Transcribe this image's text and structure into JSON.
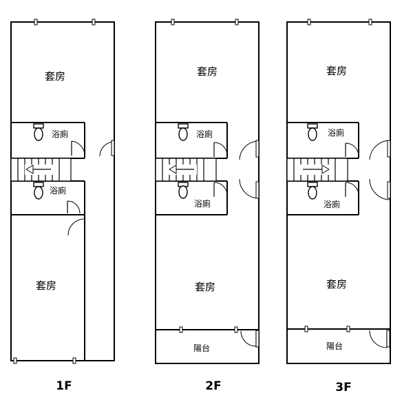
{
  "floors": [
    {
      "floor_label": "1F",
      "room_front": "套房",
      "bath_top": "浴廁",
      "bath_bottom": "浴廁",
      "room_back": "套房",
      "stair_direction": "left"
    },
    {
      "floor_label": "2F",
      "room_front": "套房",
      "bath_top": "浴廁",
      "bath_bottom": "浴廁",
      "room_back": "套房",
      "balcony": "陽台",
      "stair_direction": "left"
    },
    {
      "floor_label": "3F",
      "room_front": "套房",
      "bath_top": "浴廁",
      "bath_bottom": "浴廁",
      "room_back": "套房",
      "balcony": "陽台",
      "stair_direction": "right"
    }
  ]
}
